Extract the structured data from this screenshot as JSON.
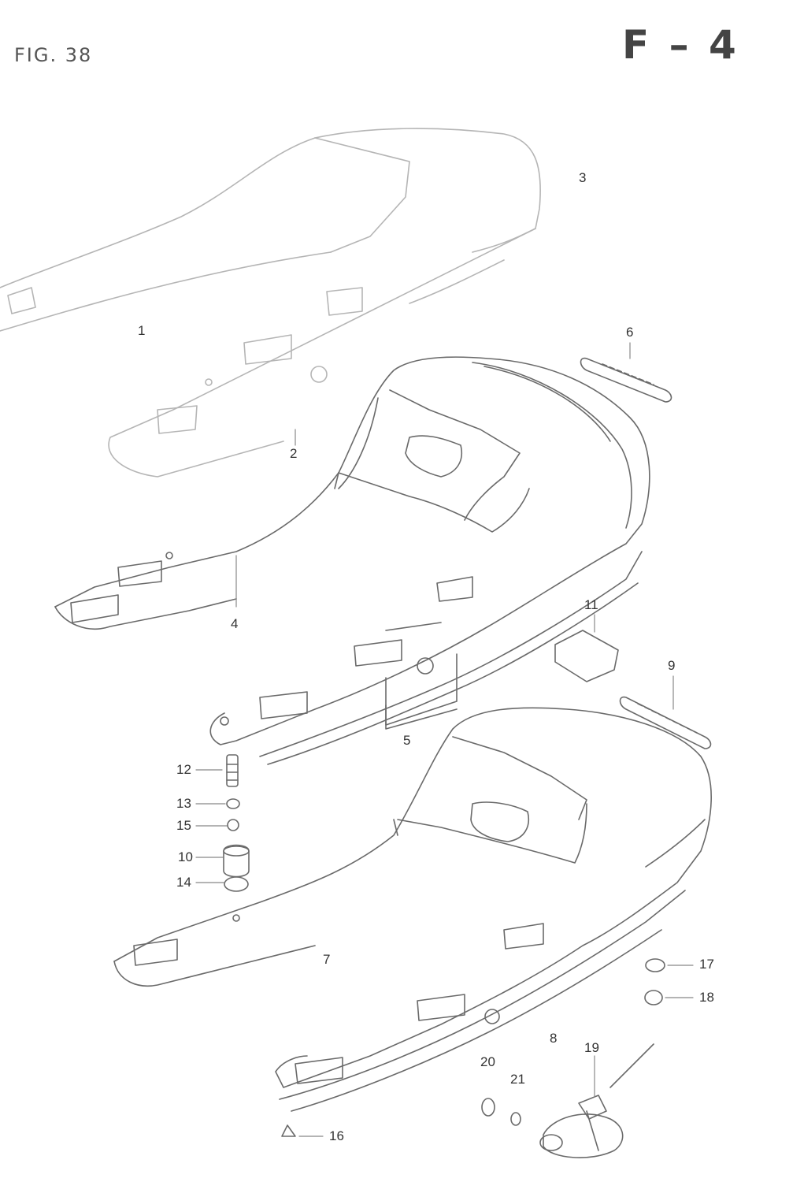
{
  "header": {
    "figure_label": "FIG. 38",
    "page_code": "F – 4"
  },
  "callouts": {
    "c1": "1",
    "c2": "2",
    "c3": "3",
    "c4": "4",
    "c5": "5",
    "c6": "6",
    "c7": "7",
    "c8": "8",
    "c9": "9",
    "c10": "10",
    "c11": "11",
    "c12": "12",
    "c13": "13",
    "c14": "14",
    "c15": "15",
    "c16": "16",
    "c17": "17",
    "c18": "18",
    "c19": "19",
    "c20": "20",
    "c21": "21"
  }
}
